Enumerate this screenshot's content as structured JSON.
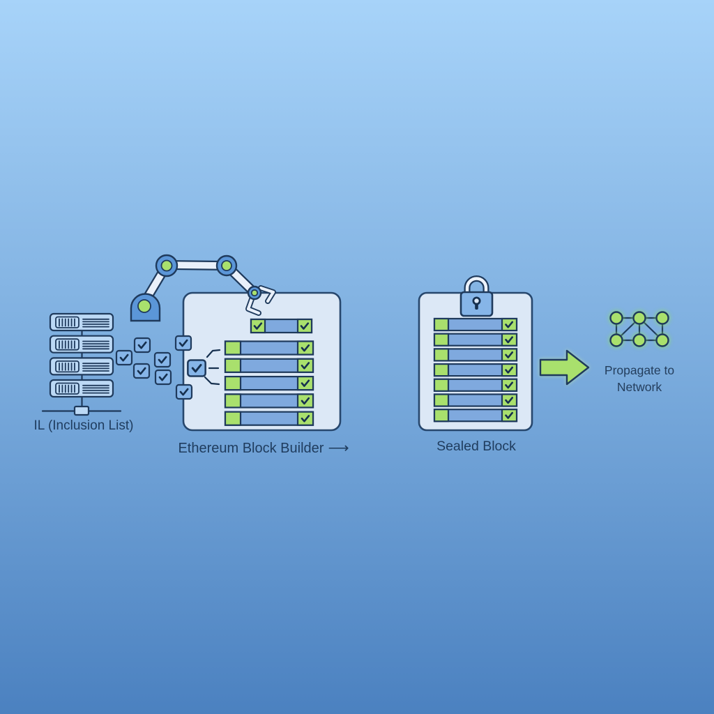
{
  "diagram": {
    "title_implicit": "Ethereum inclusion-list block building flow",
    "inclusion_list": {
      "label": "IL (Inclusion List)",
      "icon": "server-rack-icon",
      "server_count": 4
    },
    "pending_transactions": {
      "icon": "checkbox-icon",
      "floating_checkbox_count": 5,
      "attached_checkbox_count": 3,
      "all_checked": true
    },
    "block_builder": {
      "label": "Ethereum Block Builder",
      "arrow": "⟶",
      "icon": "robotic-arm-icon",
      "placed_row_count": 5,
      "row_being_placed_count": 1,
      "row_checkmark_side": "right"
    },
    "sealed_block": {
      "label": "Sealed Block",
      "icon": "padlock-icon",
      "row_count": 7
    },
    "propagation": {
      "label_line1": "Propagate to",
      "label_line2": "Network",
      "arrow_icon": "right-arrow-icon",
      "network_icon": "network-graph-icon",
      "network_node_count": 6
    }
  },
  "colors": {
    "background_top": "#a7d3f9",
    "background_bottom": "#4b81c0",
    "outline_navy": "#1f3a5c",
    "panel_fill": "#dce8f6",
    "server_fill": "#bcd9f5",
    "checkbox_blue": "#86b5e8",
    "row_bar_blue": "#7fa9de",
    "accent_green": "#a9e06d",
    "arm_rod_light": "#e9f0fa",
    "joint_blue": "#5b96d8",
    "label_text": "#1f3c5e"
  }
}
